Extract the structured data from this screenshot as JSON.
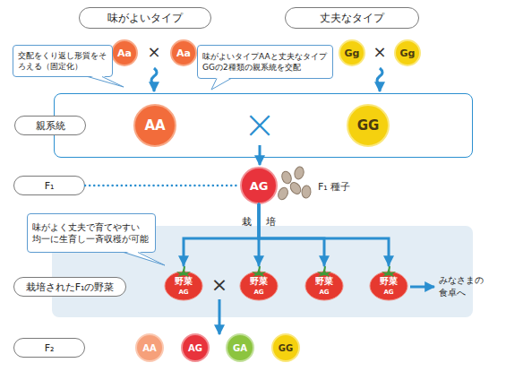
{
  "diagram": {
    "nodes": [
      {
        "text": [
          "味がよいタイプ"
        ]
      },
      {
        "text": [
          "丈夫なタイプ"
        ]
      },
      {
        "text": [
          "Aa"
        ]
      },
      {
        "text": [
          "Aa"
        ]
      },
      {
        "text": [
          "Gg"
        ]
      },
      {
        "text": [
          "Gg"
        ]
      },
      {
        "text": [
          "交配をくり返し形質をそろえる（固定化）"
        ]
      },
      {
        "text": [
          "味がよいタイプAAと丈夫なタイプGGの2種類の親系統を交配"
        ]
      },
      {
        "text": [
          "親系統"
        ]
      },
      {
        "text": [
          "AA"
        ],
        "in": 8
      },
      {
        "text": [
          "GG"
        ],
        "in": 8
      },
      {
        "text": [
          "F₁"
        ]
      },
      {
        "text": [
          "AG"
        ]
      },
      {
        "text": [
          "味がよく丈夫で育てやすい 均一に生育し一斉収穫が可能"
        ]
      },
      {
        "text": [
          "栽培されたF₁の野菜"
        ]
      },
      {
        "text": [
          "野菜",
          "AG"
        ],
        "in": 14
      },
      {
        "text": [
          "野菜",
          "AG"
        ],
        "in": 14
      },
      {
        "text": [
          "野菜",
          "AG"
        ],
        "in": 14
      },
      {
        "text": [
          "野菜",
          "AG"
        ],
        "in": 14
      },
      {
        "text": [
          "F₂"
        ]
      },
      {
        "text": [
          "AA"
        ]
      },
      {
        "text": [
          "AG"
        ]
      },
      {
        "text": [
          "GA"
        ]
      },
      {
        "text": [
          "GG"
        ]
      }
    ],
    "edges": [
      {
        "from": 11,
        "to": 12,
        "arrow": "none"
      },
      {
        "from": 12,
        "to": 15,
        "arrow": "to"
      },
      {
        "from": 12,
        "to": 16,
        "arrow": "to",
        "label": "栽培"
      },
      {
        "from": 12,
        "to": 17,
        "arrow": "to"
      },
      {
        "from": 12,
        "to": 18,
        "arrow": "to"
      }
    ],
    "labels": [
      "×",
      "×",
      "×",
      "F₁ 種子",
      "×",
      "みなさまの食卓へ"
    ]
  }
}
